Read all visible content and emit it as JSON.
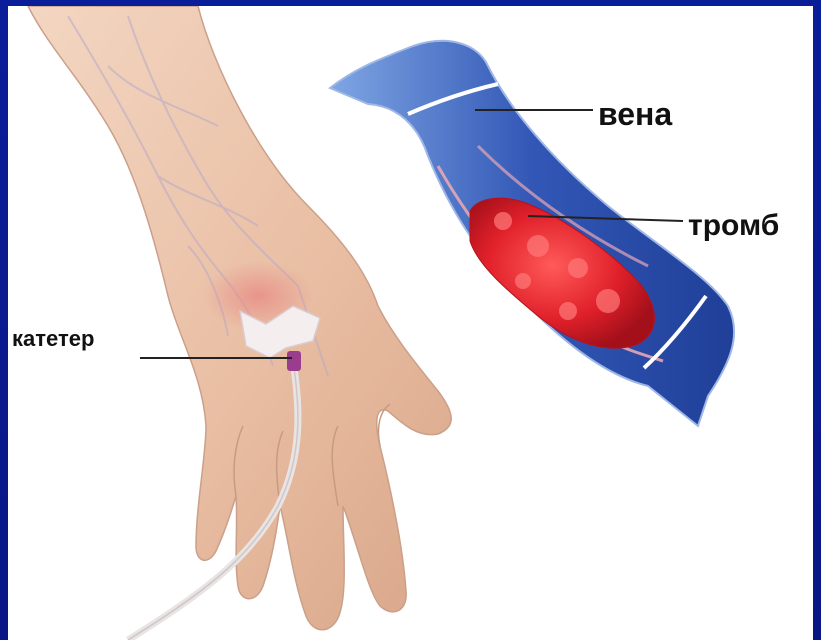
{
  "labels": {
    "vein": "вена",
    "clot": "тромб",
    "catheter": "катетер"
  },
  "colors": {
    "frame": "#0a1a8c",
    "background": "#ffffff",
    "vein_blue": "#2f55b8",
    "vein_light": "#6f9be0",
    "clot_red": "#e0202a",
    "skin": "#ecc3a8",
    "leader_line": "#222222"
  },
  "icons": {
    "hand": "hand-with-catheter-illustration",
    "vein": "vein-with-thrombus-illustration"
  }
}
